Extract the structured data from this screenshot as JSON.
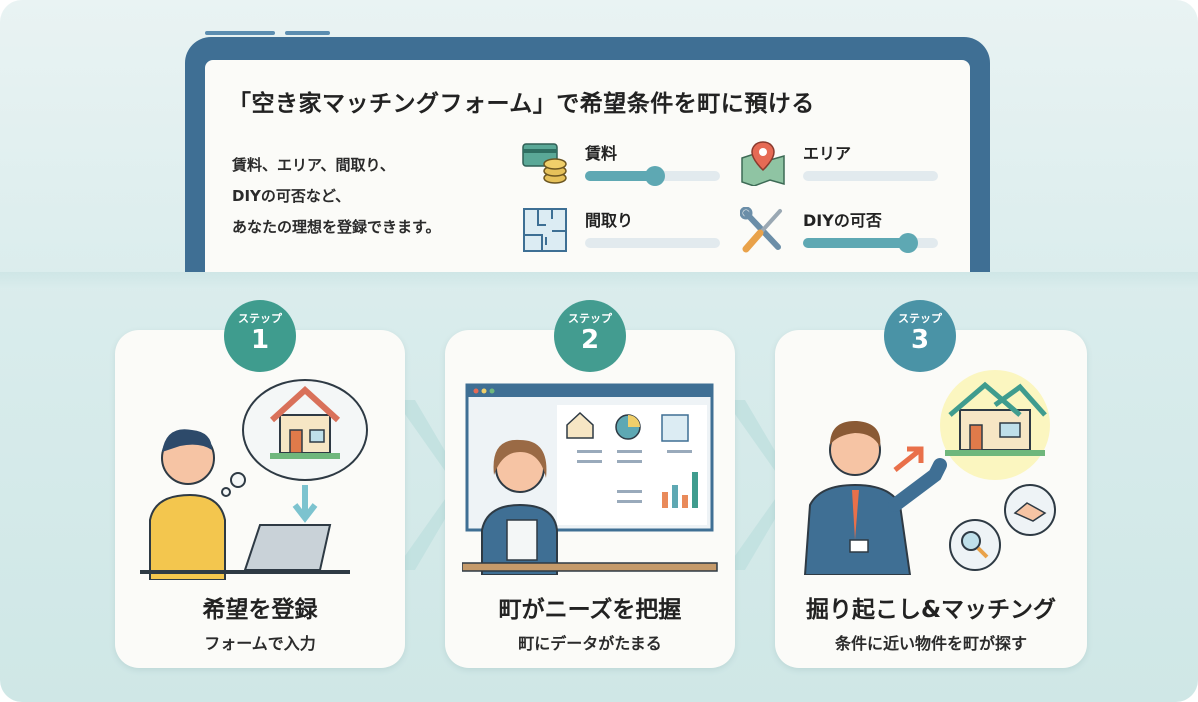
{
  "header": {
    "title": "「空き家マッチングフォーム」で希望条件を町に預ける",
    "description_lines": [
      "賃料、エリア、間取り、",
      "DIYの可否など、",
      "あなたの理想を登録できます。"
    ]
  },
  "criteria": [
    {
      "label": "賃料",
      "icon": "money-coins-icon",
      "slider_value": 0.52
    },
    {
      "label": "エリア",
      "icon": "map-pin-icon",
      "slider_value": 0.0
    },
    {
      "label": "間取り",
      "icon": "floor-plan-icon",
      "slider_value": 0.0
    },
    {
      "label": "DIYの可否",
      "icon": "wrench-screwdriver-icon",
      "slider_value": 0.78
    }
  ],
  "steps": [
    {
      "badge_label": "ステップ",
      "number": "1",
      "title": "希望を登録",
      "subtitle": "フォームで入力",
      "color": "#3f9c8e"
    },
    {
      "badge_label": "ステップ",
      "number": "2",
      "title": "町がニーズを把握",
      "subtitle": "町にデータがたまる",
      "color": "#439c90"
    },
    {
      "badge_label": "ステップ",
      "number": "3",
      "title": "掘り起こし&マッチング",
      "subtitle": "条件に近い物件を町が探す",
      "color": "#4a93a6"
    }
  ],
  "colors": {
    "frame": "#3f6f94",
    "accent": "#5ea8b3",
    "background": "#d9ecec"
  }
}
